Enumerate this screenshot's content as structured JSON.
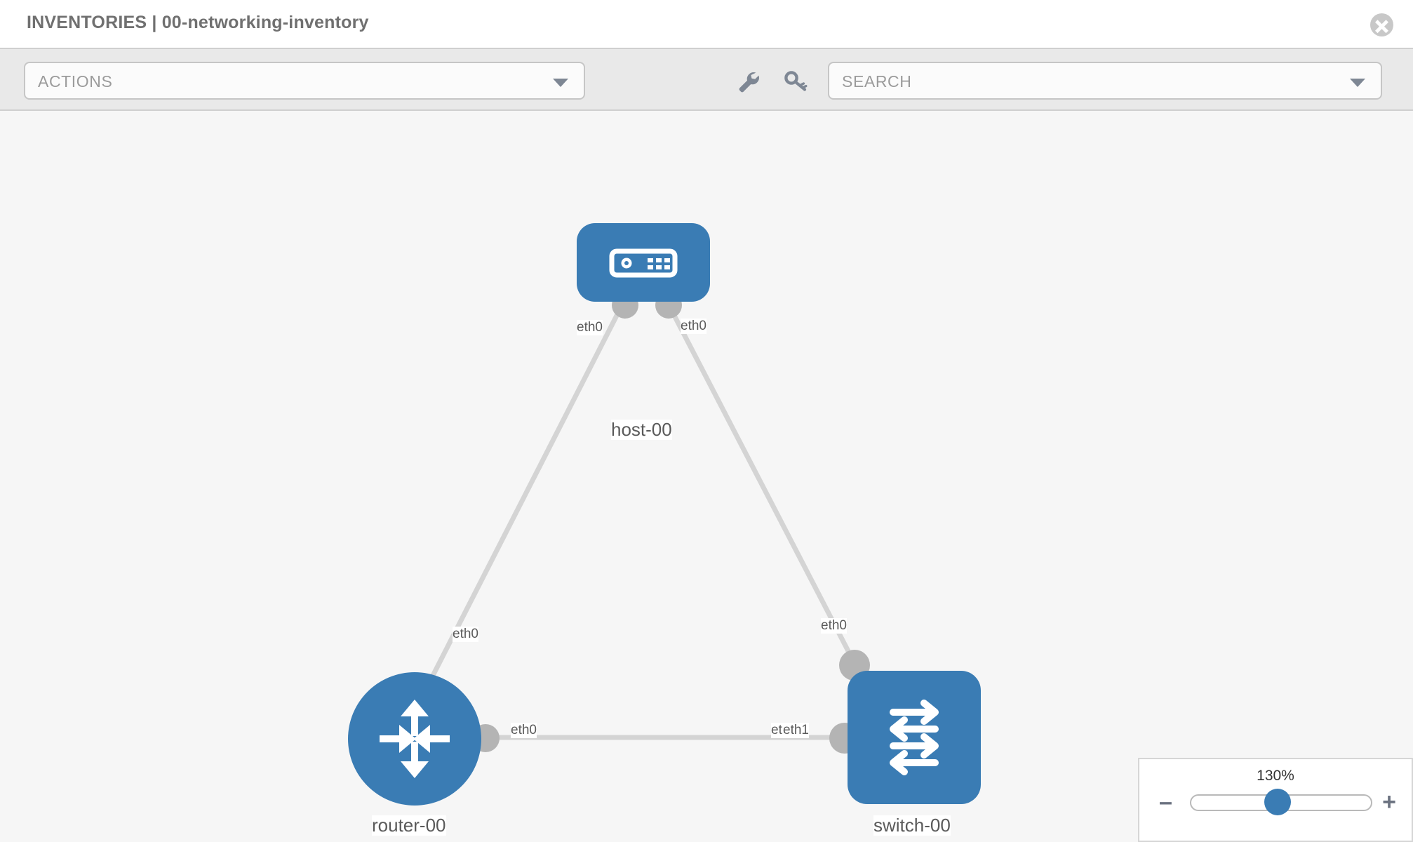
{
  "header": {
    "title": "INVENTORIES | 00-networking-inventory",
    "close_icon": "close-icon"
  },
  "toolbar": {
    "actions_label": "ACTIONS",
    "actions_caret": "chevron-down-icon",
    "wrench_icon": "wrench-icon",
    "key_icon": "key-icon",
    "search_placeholder": "SEARCH",
    "search_caret": "chevron-down-icon"
  },
  "topology": {
    "node_color": "#3a7cb4",
    "edge_color": "#d4d4d4",
    "stub_color": "#b4b4b4",
    "nodes": [
      {
        "id": "host-00",
        "label": "host-00",
        "type": "host",
        "icon": "server-icon"
      },
      {
        "id": "router-00",
        "label": "router-00",
        "type": "router",
        "icon": "router-arrows-icon"
      },
      {
        "id": "switch-00",
        "label": "switch-00",
        "type": "switch",
        "icon": "switch-arrows-icon"
      }
    ],
    "port_labels": {
      "host_left": "eth0",
      "host_right": "eth0",
      "router_upper": "eth0",
      "switch_upper": "eth0",
      "router_right": "eth0",
      "switch_left_back": "eth0",
      "switch_left_front": "eth1"
    },
    "links": [
      {
        "from": "host-00",
        "from_port": "eth0",
        "to": "router-00",
        "to_port": "eth0"
      },
      {
        "from": "host-00",
        "from_port": "eth0",
        "to": "switch-00",
        "to_port": "eth0"
      },
      {
        "from": "router-00",
        "from_port": "eth0",
        "to": "switch-00",
        "to_port": "eth1"
      }
    ]
  },
  "zoom_control": {
    "value": "130%",
    "minus_label": "–",
    "plus_label": "+",
    "accent": "#3a7cb4"
  }
}
